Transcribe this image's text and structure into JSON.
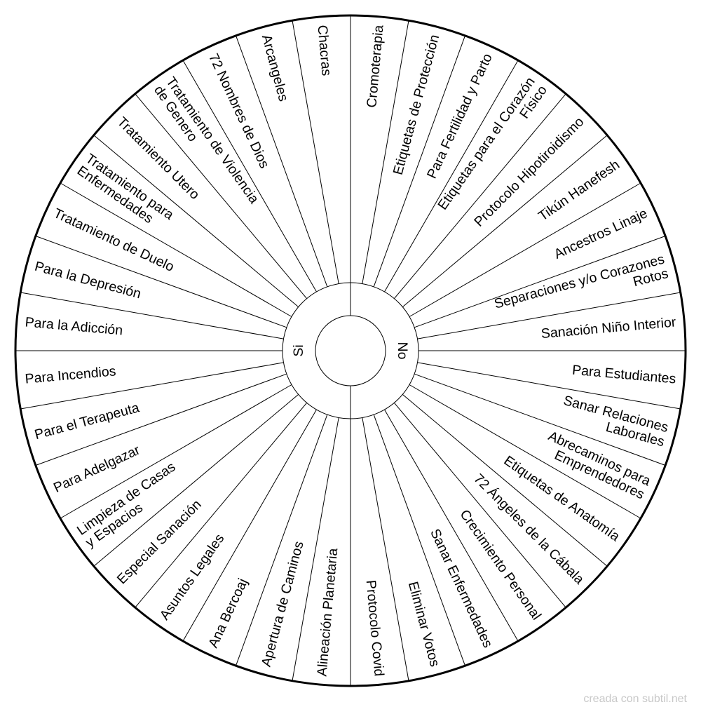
{
  "chart_data": {
    "type": "radial-pendulum-chart",
    "segments_per_half": 18,
    "center_labels": {
      "left": "Si",
      "right": "No"
    },
    "right_half_top_to_bottom": [
      [
        "Cromoterapia"
      ],
      [
        "Etiquetas de Protección"
      ],
      [
        "Para Fertilidad y Parto"
      ],
      [
        "Etiquetas para el Corazón",
        "Físico"
      ],
      [
        "Protocolo Hipotiroidismo"
      ],
      [
        "Tikún Hanefesh"
      ],
      [
        "Ancestros Linaje"
      ],
      [
        "Separaciones y/o Corazones",
        "Rotos"
      ],
      [
        "Sanación Niño Interior"
      ],
      [
        "Para Estudiantes"
      ],
      [
        "Sanar Relaciones",
        "Laborales"
      ],
      [
        "Abrecaminos para",
        "Emprendedores"
      ],
      [
        "Etiquetas de Anatomía"
      ],
      [
        "72 Ángeles de la Cábala"
      ],
      [
        "Crecimiento Personal"
      ],
      [
        "Sanar Enfermedades"
      ],
      [
        "Eliminar Votos"
      ],
      [
        "Protocolo Covid"
      ]
    ],
    "left_half_bottom_to_top": [
      [
        "Alineación Planetaria"
      ],
      [
        "Apertura de Caminos"
      ],
      [
        "Ana Bercoaj"
      ],
      [
        "Asuntos Legales"
      ],
      [
        "Especial Sanación"
      ],
      [
        "Limpieza de Casas",
        "y Espacios"
      ],
      [
        "Para Adelgazar"
      ],
      [
        "Para el Terapeuta"
      ],
      [
        "Para Incendios"
      ],
      [
        "Para la Adicción"
      ],
      [
        "Para la Depresión"
      ],
      [
        "Tratamiento de Duelo"
      ],
      [
        "Tratamiento para",
        "Enfermedades"
      ],
      [
        "Tratamiento Utero"
      ],
      [
        "Tratamiento de Violencia",
        "de Genero"
      ],
      [
        "72 Nombres de Dios"
      ],
      [
        "Arcangeles"
      ],
      [
        "Chacras"
      ]
    ]
  },
  "watermark": "creada con subtil.net",
  "colors": {
    "stroke": "#000000",
    "watermark": "#c8c8c8"
  }
}
